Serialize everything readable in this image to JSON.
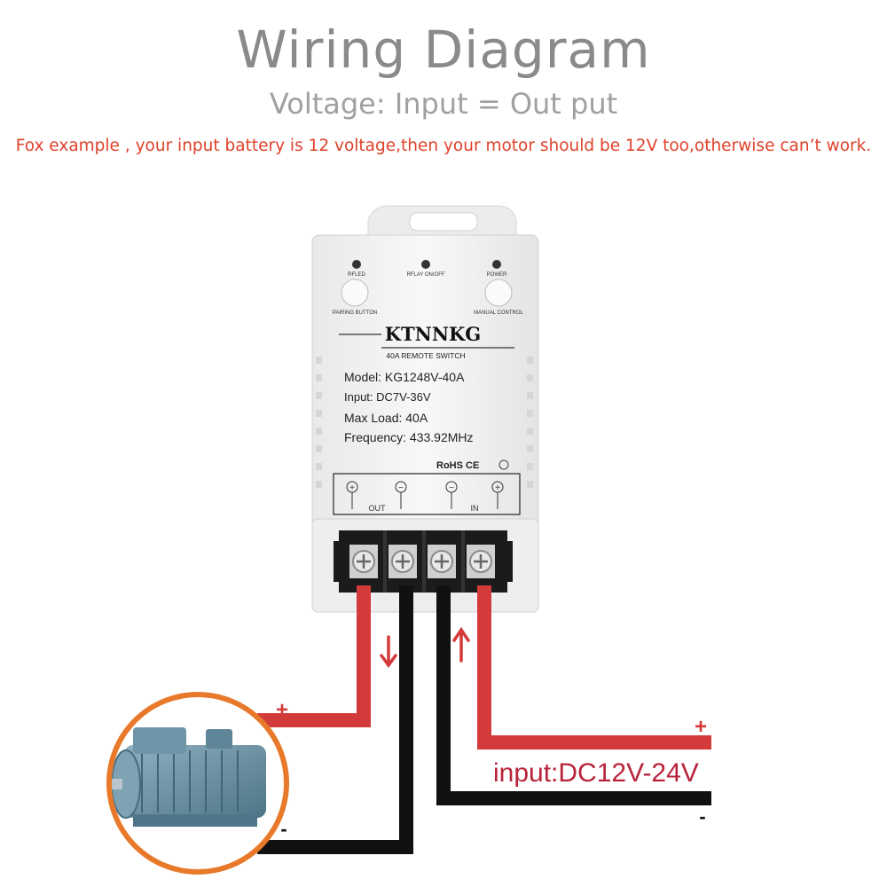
{
  "header": {
    "title": "Wiring Diagram",
    "subtitle": "Voltage: Input = Out put",
    "note": "Fox example , your input battery is 12 voltage,then your motor should be 12V too,otherwise can’t work."
  },
  "device": {
    "leds": [
      "RFLED",
      "RFLAY ON/OFF",
      "POWER"
    ],
    "buttons": [
      "PAIRING BUTTON",
      "MANUAL CONTROL"
    ],
    "brand": "KTNNKG",
    "product": "40A REMOTE SWITCH",
    "specs": [
      "Model: KG1248V-40A",
      "Input: DC7V-36V",
      "Max Load: 40A",
      "Frequency: 433.92MHz"
    ],
    "certs": "RoHS CE",
    "terminal_marks": [
      "+",
      "−",
      "−",
      "+"
    ],
    "terminal_labels": {
      "out": "OUT",
      "in": "IN"
    }
  },
  "wiring": {
    "motor_plus": "+",
    "motor_minus": "-",
    "input_plus": "+",
    "input_minus": "-",
    "input_label_prefix": "input:",
    "input_label_value": "DC12V-24V",
    "colors": {
      "positive": "#d33a3a",
      "negative": "#111111",
      "motor_ring": "#e8792b"
    }
  }
}
